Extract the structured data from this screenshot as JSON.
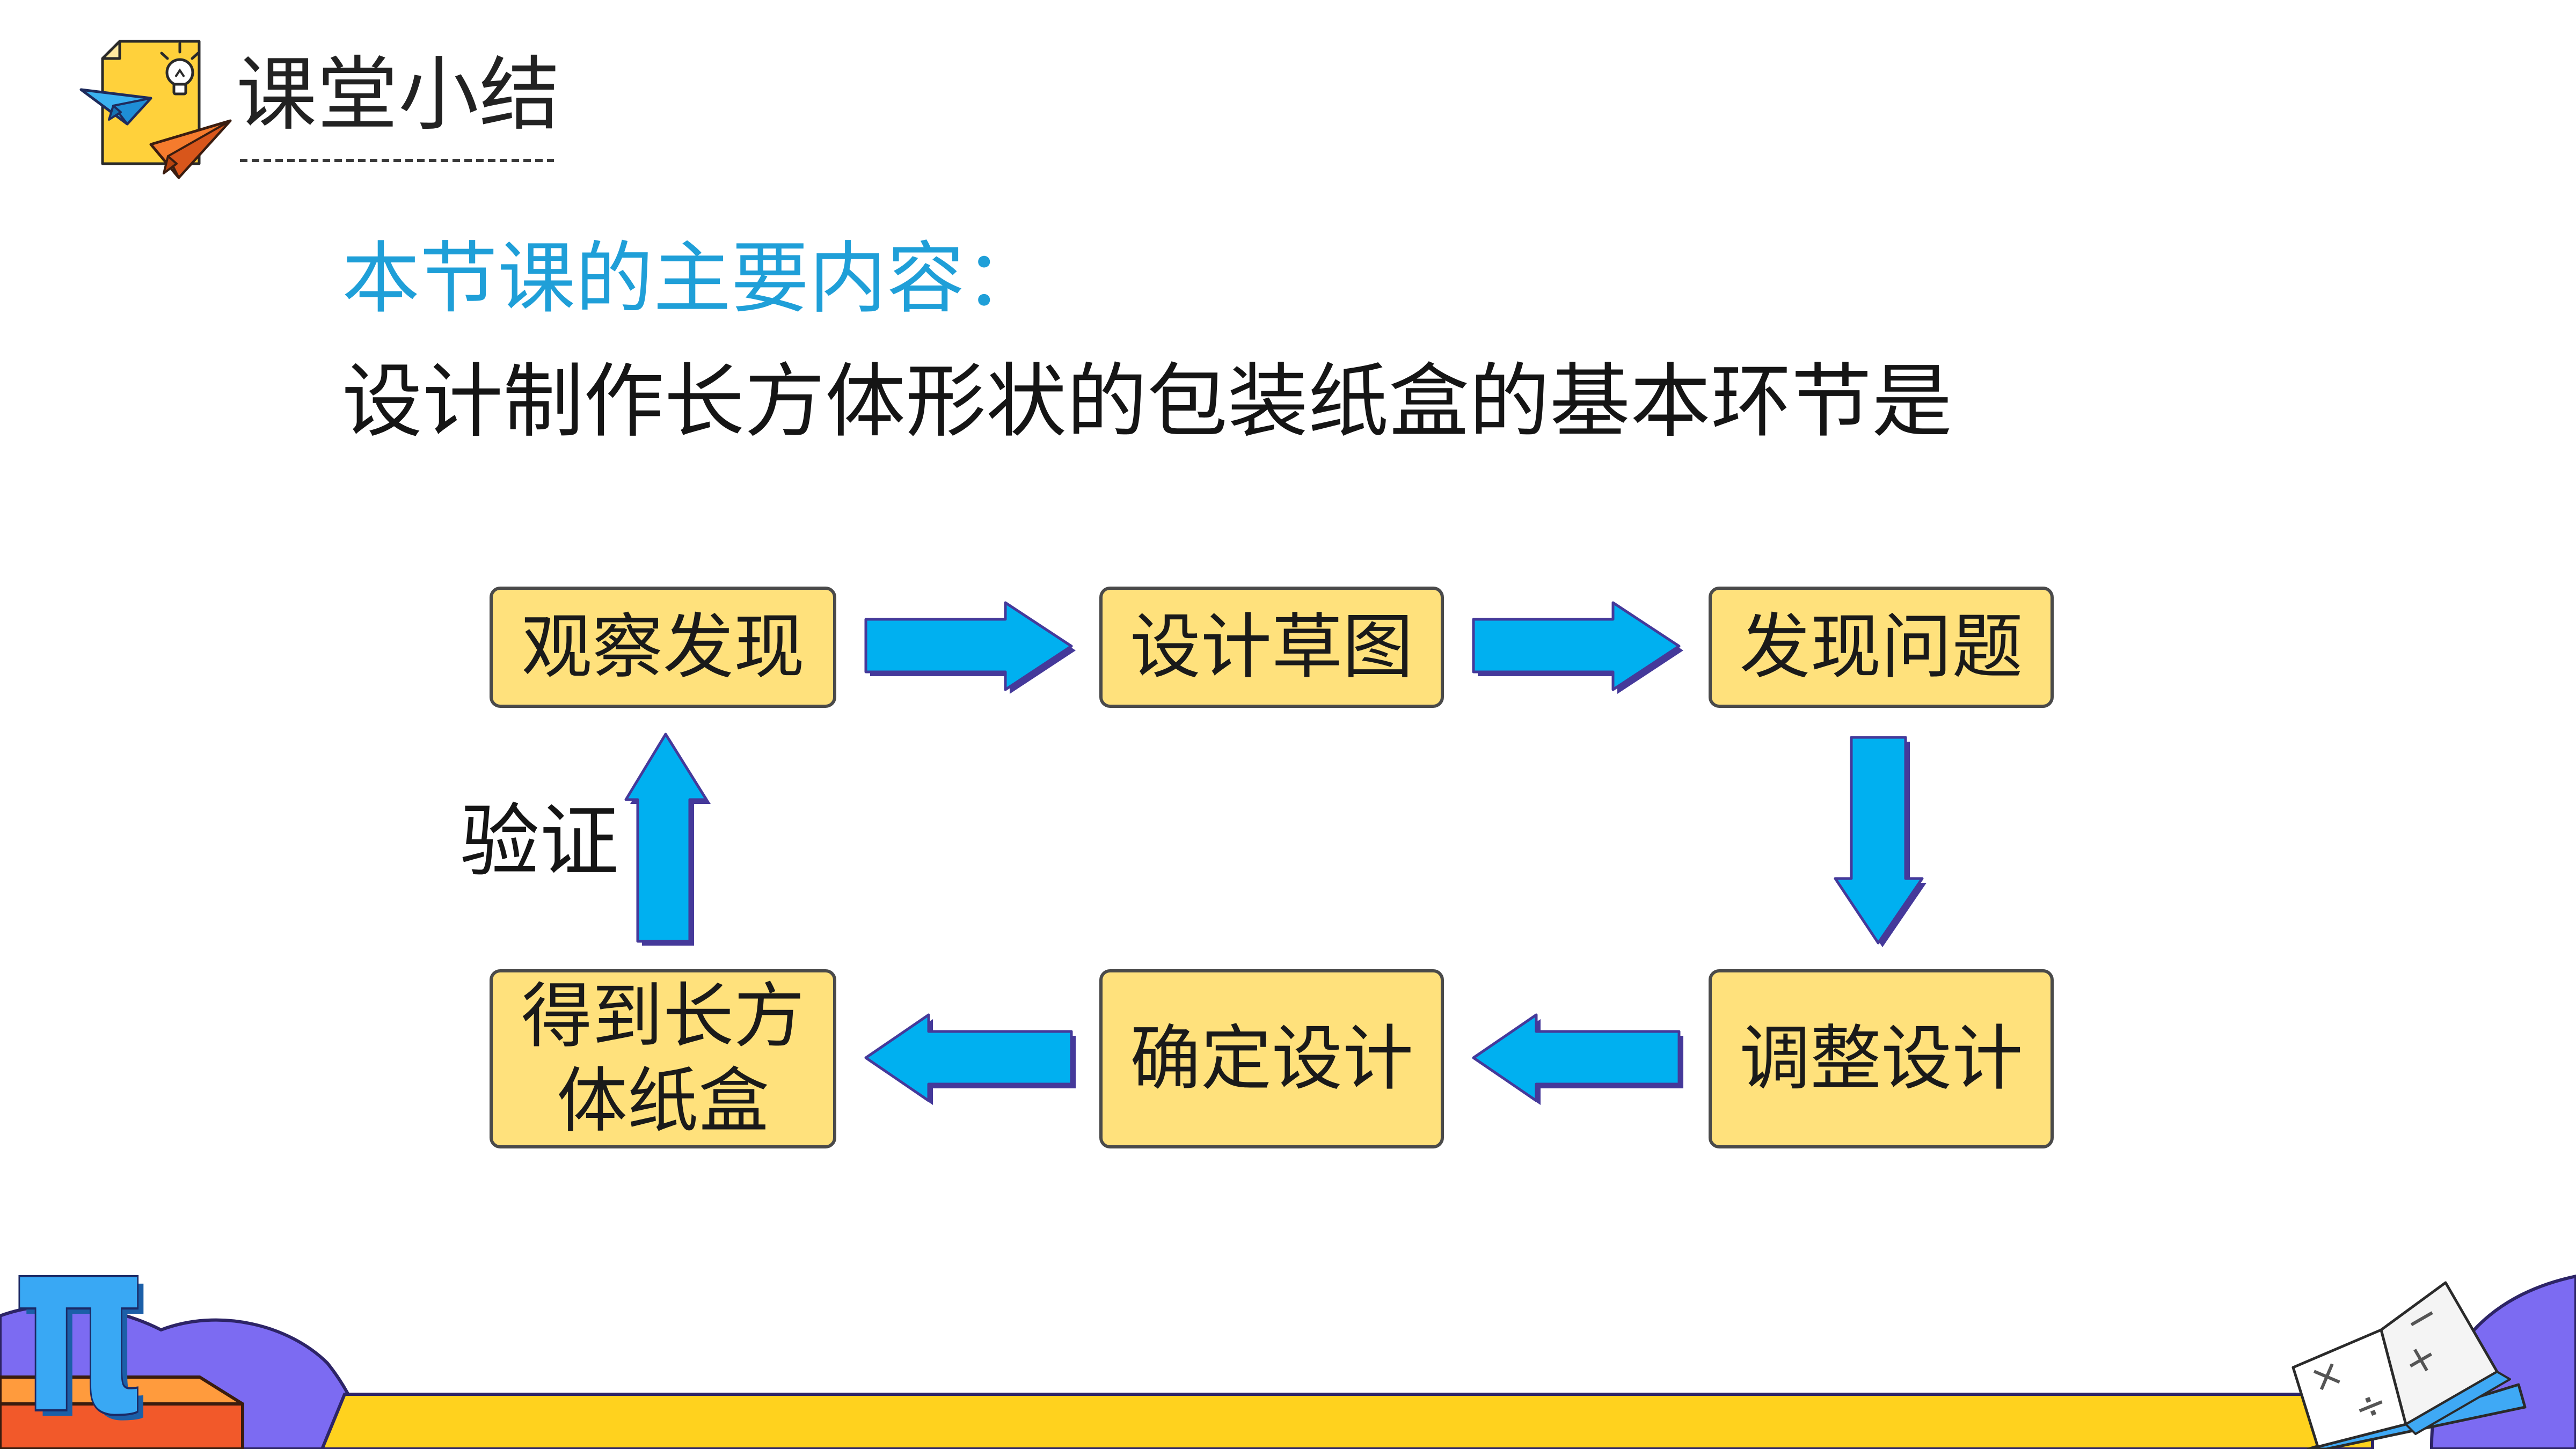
{
  "slide": {
    "title": "课堂小结",
    "subtitle": "本节课的主要内容：",
    "statement": "设计制作长方体形状的包装纸盒的基本环节是"
  },
  "flow": {
    "steps": [
      {
        "label": "观察发现"
      },
      {
        "label": "设计草图"
      },
      {
        "label": "发现问题"
      },
      {
        "label": "调整设计"
      },
      {
        "label": "确定设计"
      },
      {
        "lines": [
          "得到长方",
          "体纸盒"
        ]
      }
    ],
    "connections": [
      {
        "from": 0,
        "to": 1
      },
      {
        "from": 1,
        "to": 2
      },
      {
        "from": 2,
        "to": 3
      },
      {
        "from": 3,
        "to": 4
      },
      {
        "from": 4,
        "to": 5
      },
      {
        "from": 5,
        "to": 0,
        "label": "验证"
      }
    ]
  },
  "decor": {
    "pi_symbol": "π",
    "book_symbols": [
      "×",
      "÷",
      "−",
      "+"
    ]
  },
  "icons": {
    "header": "lightbulb-note-paper-plane-icon",
    "flow_arrow": "block-arrow-icon",
    "bottom_left": "pi-symbol-icon",
    "bottom_right": "open-book-icon"
  },
  "colors": {
    "accent": "#1F9FD8",
    "box_fill": "#FFE17C",
    "arrow_fill": "#00B0F0",
    "arrow_edge": "#45399A",
    "band": "#FFD21E",
    "blob": "#7C6BF2"
  }
}
